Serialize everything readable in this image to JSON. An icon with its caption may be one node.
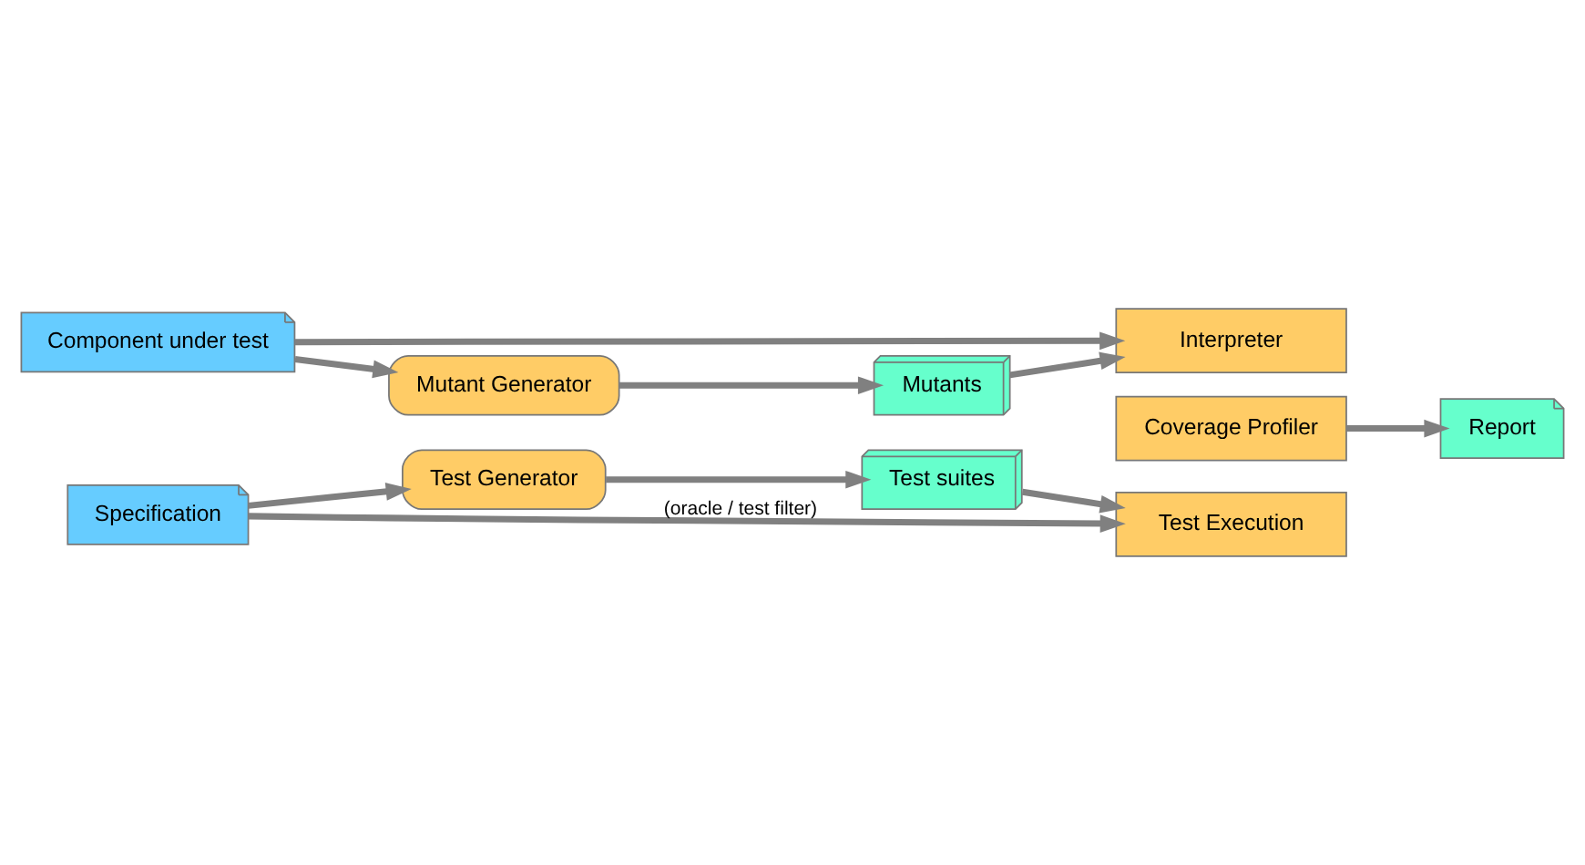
{
  "diagram": {
    "nodes": [
      {
        "text": [
          "Specification"
        ]
      },
      {
        "text": [
          "Test Generator"
        ]
      },
      {
        "text": [
          "Test suites"
        ]
      },
      {
        "text": [
          "Test Execution"
        ]
      },
      {
        "text": [
          "Coverage Profiler"
        ]
      },
      {
        "text": [
          "Interpreter"
        ]
      },
      {
        "text": [
          "Report"
        ]
      },
      {
        "text": [
          "Component under test"
        ]
      },
      {
        "text": [
          "Mutant Generator"
        ]
      },
      {
        "text": [
          "Mutants"
        ]
      }
    ],
    "edges": [
      {
        "from": 0,
        "to": 1,
        "arrow": "to"
      },
      {
        "from": 1,
        "to": 2,
        "arrow": "to"
      },
      {
        "from": 2,
        "to": 3,
        "arrow": "to"
      },
      {
        "from": 0,
        "to": 3,
        "arrow": "to",
        "label": "(oracle / test filter)"
      },
      {
        "from": 4,
        "to": 6,
        "arrow": "to"
      },
      {
        "from": 7,
        "to": 5,
        "arrow": "to"
      },
      {
        "from": 7,
        "to": 8,
        "arrow": "to"
      },
      {
        "from": 8,
        "to": 9,
        "arrow": "to"
      },
      {
        "from": 9,
        "to": 5,
        "arrow": "to"
      }
    ]
  }
}
